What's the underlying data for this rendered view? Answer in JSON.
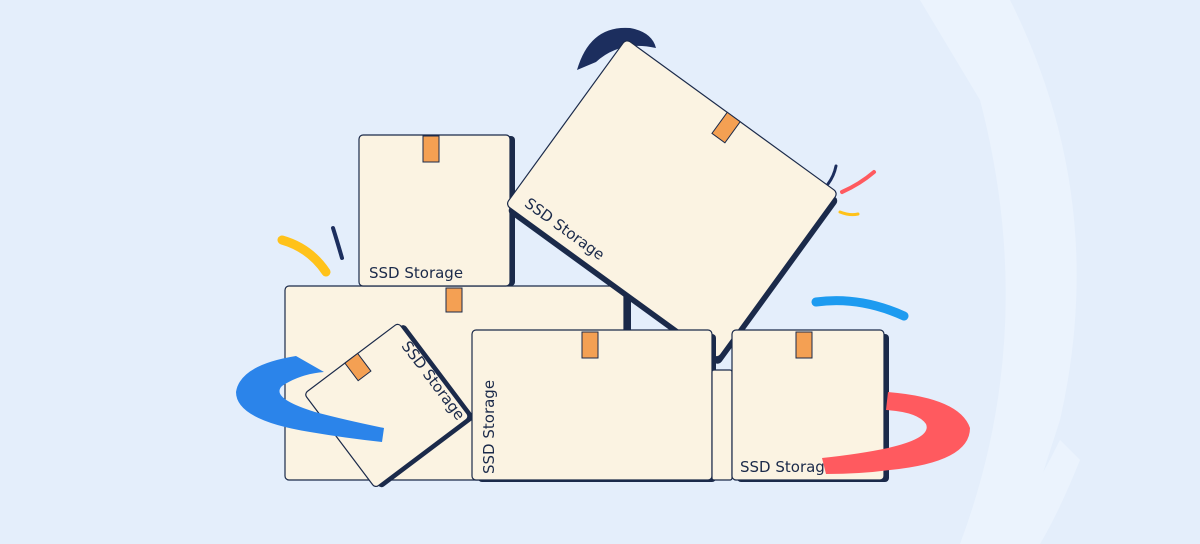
{
  "colors": {
    "background": "#e4eefb",
    "card_fill": "#fbf3e2",
    "card_outline": "#1b2a4a",
    "tape": "#f4a053",
    "accent_blue": "#2b84ea",
    "accent_red": "#ff5a5f",
    "accent_yellow": "#ffc21a",
    "accent_navy": "#1c2e5e",
    "accent_light_blue": "#1d9bf0"
  },
  "boxes": [
    {
      "label": "SSD Storage"
    },
    {
      "label": "SSD Storage"
    },
    {
      "label": "SSD Storage"
    },
    {
      "label": "SSD Storage"
    },
    {
      "label": "SSD Storage"
    }
  ]
}
